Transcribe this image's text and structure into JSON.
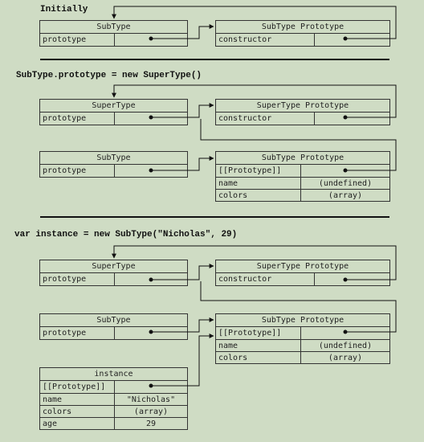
{
  "captions": {
    "c1": "Initially",
    "c2": "SubType.prototype = new SuperType()",
    "c3": "var instance = new SubType(\"Nicholas\", 29)"
  },
  "boxes": {
    "s1_subtype": {
      "title": "SubType",
      "rows": [
        {
          "k": "prototype",
          "v": ""
        }
      ]
    },
    "s1_subproto": {
      "title": "SubType Prototype",
      "rows": [
        {
          "k": "constructor",
          "v": ""
        }
      ]
    },
    "s2_supertype": {
      "title": "SuperType",
      "rows": [
        {
          "k": "prototype",
          "v": ""
        }
      ]
    },
    "s2_superproto": {
      "title": "SuperType Prototype",
      "rows": [
        {
          "k": "constructor",
          "v": ""
        }
      ]
    },
    "s2_subtype": {
      "title": "SubType",
      "rows": [
        {
          "k": "prototype",
          "v": ""
        }
      ]
    },
    "s2_subproto": {
      "title": "SubType Prototype",
      "rows": [
        {
          "k": "[[Prototype]]",
          "v": ""
        },
        {
          "k": "name",
          "v": "(undefined)"
        },
        {
          "k": "colors",
          "v": "(array)"
        }
      ]
    },
    "s3_supertype": {
      "title": "SuperType",
      "rows": [
        {
          "k": "prototype",
          "v": ""
        }
      ]
    },
    "s3_superproto": {
      "title": "SuperType Prototype",
      "rows": [
        {
          "k": "constructor",
          "v": ""
        }
      ]
    },
    "s3_subtype": {
      "title": "SubType",
      "rows": [
        {
          "k": "prototype",
          "v": ""
        }
      ]
    },
    "s3_subproto": {
      "title": "SubType Prototype",
      "rows": [
        {
          "k": "[[Prototype]]",
          "v": ""
        },
        {
          "k": "name",
          "v": "(undefined)"
        },
        {
          "k": "colors",
          "v": "(array)"
        }
      ]
    },
    "s3_instance": {
      "title": "instance",
      "rows": [
        {
          "k": "[[Prototype]]",
          "v": ""
        },
        {
          "k": "name",
          "v": "\"Nicholas\""
        },
        {
          "k": "colors",
          "v": "(array)"
        },
        {
          "k": "age",
          "v": "29"
        }
      ]
    }
  }
}
